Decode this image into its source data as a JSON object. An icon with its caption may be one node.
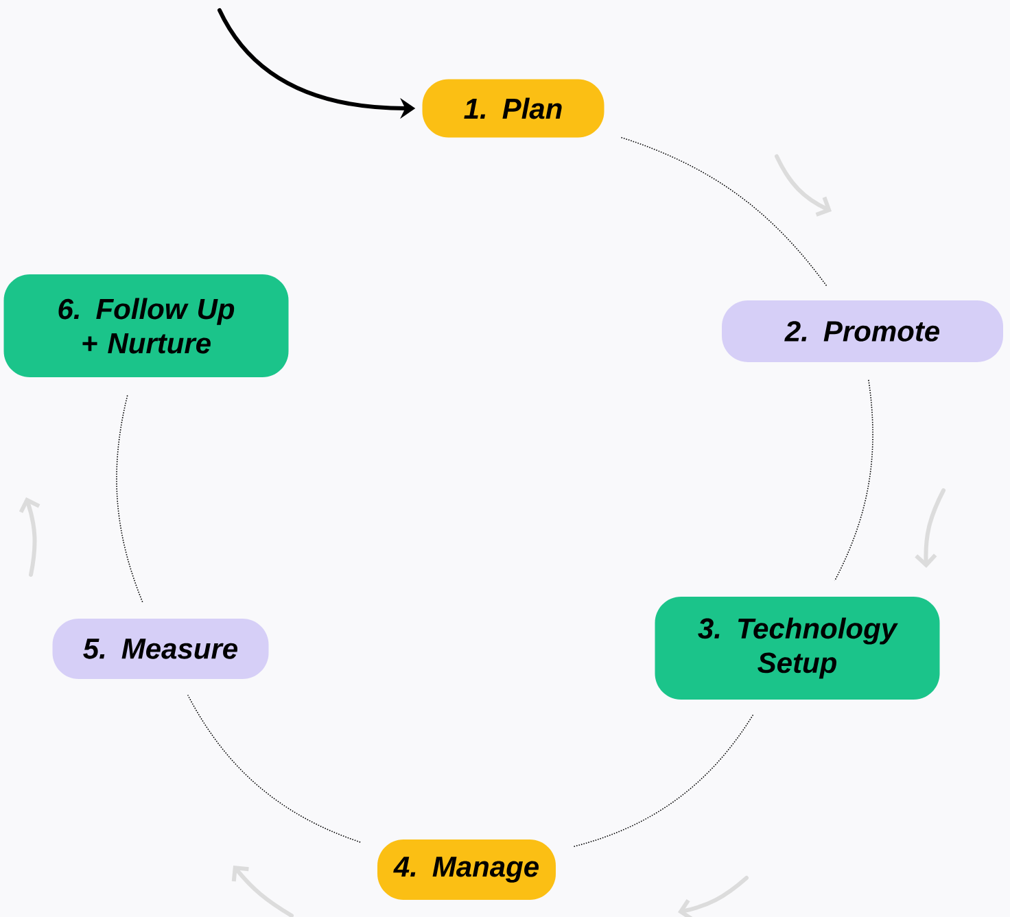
{
  "diagram": {
    "nodes": [
      {
        "text": [
          "1. Plan"
        ]
      },
      {
        "text": [
          "2. Promote"
        ]
      },
      {
        "text": [
          "3. Technology Setup"
        ]
      },
      {
        "text": [
          "4. Manage"
        ]
      },
      {
        "text": [
          "5. Measure"
        ]
      },
      {
        "text": [
          "6. Follow Up + Nurture"
        ]
      }
    ],
    "edges": [
      {
        "from": null,
        "to": 0,
        "arrow": "to",
        "style": "thick"
      },
      {
        "from": 0,
        "to": 1,
        "arrow": "none",
        "style": "dashed"
      },
      {
        "from": 1,
        "to": 2,
        "arrow": "none",
        "style": "dashed"
      },
      {
        "from": 2,
        "to": 3,
        "arrow": "none",
        "style": "dashed"
      },
      {
        "from": 3,
        "to": 4,
        "arrow": "none",
        "style": "dashed"
      },
      {
        "from": 4,
        "to": 5,
        "arrow": "none",
        "style": "dashed"
      }
    ]
  }
}
